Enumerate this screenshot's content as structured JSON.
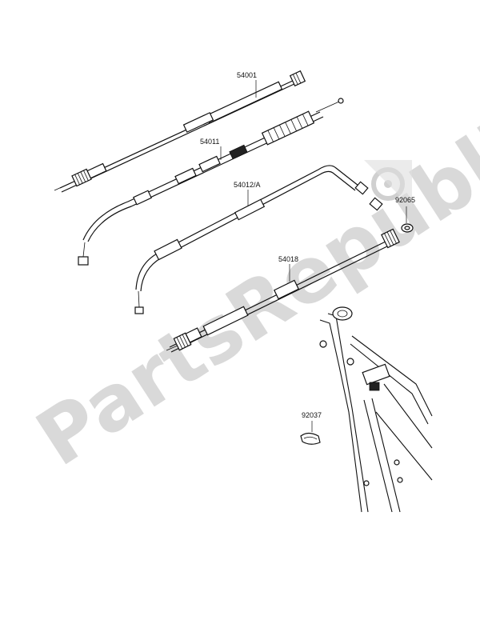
{
  "watermark": "PartsRepublik",
  "parts": [
    {
      "number": "54001"
    },
    {
      "number": "54011"
    },
    {
      "number": "54012/A"
    },
    {
      "number": "92065"
    },
    {
      "number": "54018"
    },
    {
      "number": "92037"
    }
  ]
}
